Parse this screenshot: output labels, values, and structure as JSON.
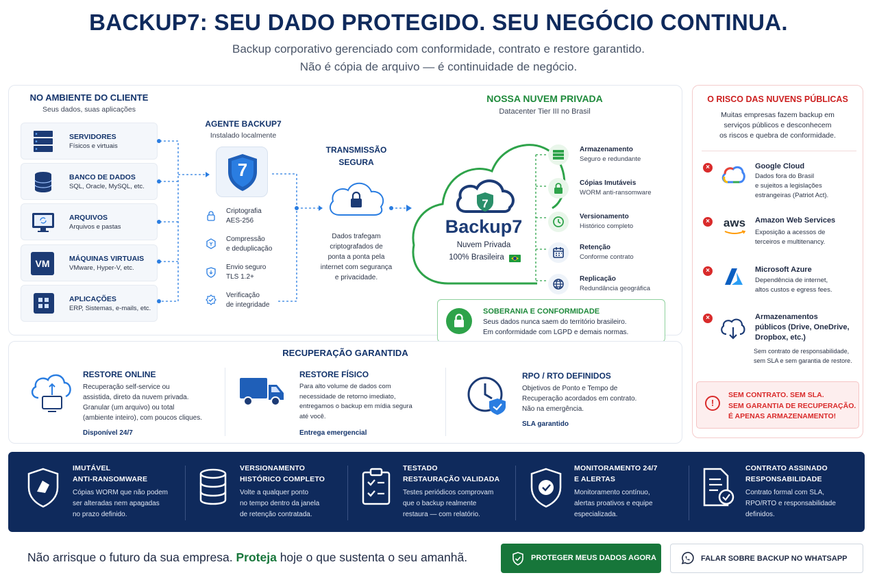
{
  "header": {
    "title": "BACKUP7: SEU DADO PROTEGIDO. SEU NEGÓCIO CONTINUA.",
    "subtitle_1": "Backup corporativo gerenciado com conformidade, contrato e restore garantido.",
    "subtitle_2": "Não é cópia de arquivo — é continuidade de negócio."
  },
  "client": {
    "title": "NO AMBIENTE DO CLIENTE",
    "subtitle": "Seus dados, suas aplicações",
    "items": [
      {
        "title": "SERVIDORES",
        "sub": "Físicos e virtuais",
        "icon": "server-icon"
      },
      {
        "title": "BANCO DE DADOS",
        "sub": "SQL, Oracle, MySQL, etc.",
        "icon": "database-icon"
      },
      {
        "title": "ARQUIVOS",
        "sub": "Arquivos e pastas",
        "icon": "monitor-icon"
      },
      {
        "title": "MÁQUINAS VIRTUAIS",
        "sub": "VMware, Hyper-V, etc.",
        "icon": "vm-icon",
        "badge": "VM"
      },
      {
        "title": "APLICAÇÕES",
        "sub": "ERP, Sistemas, e-mails, etc.",
        "icon": "apps-icon"
      }
    ]
  },
  "agent": {
    "title": "AGENTE BACKUP7",
    "subtitle": "Instalado localmente",
    "logo_text": "7",
    "features": [
      {
        "line1": "Criptografia",
        "line2": "AES-256",
        "icon": "lock-icon"
      },
      {
        "line1": "Compressão",
        "line2": "e deduplicação",
        "icon": "compress-icon"
      },
      {
        "line1": "Envio seguro",
        "line2": "TLS 1.2+",
        "icon": "shield-icon"
      },
      {
        "line1": "Verificação",
        "line2": "de integridade",
        "icon": "check-badge-icon"
      }
    ]
  },
  "transmission": {
    "title_1": "TRANSMISSÃO",
    "title_2": "SEGURA",
    "desc": [
      "Dados trafegam",
      "criptografados de",
      "ponta a ponta pela",
      "internet com segurança",
      "e privacidade."
    ]
  },
  "cloud": {
    "title": "NOSSA NUVEM PRIVADA",
    "subtitle": "Datacenter Tier III no Brasil",
    "brand": "Backup7",
    "brand_sub_1": "Nuvem Privada",
    "brand_sub_2": "100% Brasileira",
    "items": [
      {
        "title": "Armazenamento",
        "sub": "Seguro e redundante",
        "icon": "storage-icon"
      },
      {
        "title": "Cópias Imutáveis",
        "sub": "WORM anti-ransomware",
        "icon": "lock-icon"
      },
      {
        "title": "Versionamento",
        "sub": "Histórico completo",
        "icon": "history-icon"
      },
      {
        "title": "Retenção",
        "sub": "Conforme contrato",
        "icon": "calendar-icon"
      },
      {
        "title": "Replicação",
        "sub": "Redundância geográfica",
        "icon": "globe-icon"
      }
    ],
    "sovereignty": {
      "title": "SOBERANIA E CONFORMIDADE",
      "line1": "Seus dados nunca saem do território brasileiro.",
      "line2": "Em conformidade com LGPD e demais normas."
    }
  },
  "risk": {
    "title": "O RISCO DAS NUVENS PÚBLICAS",
    "intro": [
      "Muitas empresas fazem backup em",
      "serviços públicos e desconhecem",
      "os riscos e quebra de conformidade."
    ],
    "items": [
      {
        "title": "Google Cloud",
        "desc": [
          "Dados fora do Brasil",
          "e sujeitos a legislações",
          "estrangeiras (Patriot Act)."
        ],
        "icon": "google-cloud-icon"
      },
      {
        "title": "Amazon Web Services",
        "desc": [
          "Exposição a acessos de",
          "terceiros e multitenancy."
        ],
        "icon": "aws-icon",
        "logo_text": "aws"
      },
      {
        "title": "Microsoft Azure",
        "desc": [
          "Dependência de internet,",
          "altos custos e egress fees."
        ],
        "icon": "azure-icon"
      },
      {
        "title": "Armazenamentos públicos (Drive, OneDrive, Dropbox, etc.)",
        "title_lines": [
          "Armazenamentos",
          "públicos (Drive, OneDrive,",
          "Dropbox, etc.)"
        ],
        "desc": [
          "Sem contrato de responsabilidade,",
          "sem SLA e sem garantia de restore."
        ],
        "icon": "cloud-download-icon"
      }
    ],
    "alert": [
      "SEM CONTRATO. SEM SLA.",
      "SEM GARANTIA DE RECUPERAÇÃO.",
      "É APENAS ARMAZENAMENTO!"
    ]
  },
  "recovery": {
    "title": "RECUPERAÇÃO GARANTIDA",
    "items": [
      {
        "title": "RESTORE ONLINE",
        "desc": [
          "Recuperação self-service ou",
          "assistida, direto da nuvem privada.",
          "Granular (um arquivo) ou total",
          "(ambiente inteiro), com poucos cliques."
        ],
        "foot": "Disponível 24/7",
        "icon": "cloud-restore-icon"
      },
      {
        "title": "RESTORE FÍSICO",
        "desc": [
          "Para alto volume de dados com",
          "necessidade de retorno imediato,",
          "entregamos o backup em mídia segura",
          "até você."
        ],
        "foot": "Entrega emergencial",
        "icon": "truck-icon"
      },
      {
        "title": "RPO / RTO DEFINIDOS",
        "desc": [
          "Objetivos de Ponto e Tempo de",
          "Recuperação acordados em contrato.",
          "Não na emergência."
        ],
        "foot": "SLA garantido",
        "icon": "clock-shield-icon"
      }
    ]
  },
  "band": {
    "items": [
      {
        "title": [
          "IMUTÁVEL",
          "ANTI-RANSOMWARE"
        ],
        "desc": [
          "Cópias WORM que não podem",
          "ser alteradas nem apagadas",
          "no prazo definido."
        ],
        "icon": "shield-icon"
      },
      {
        "title": [
          "VERSIONAMENTO",
          "HISTÓRICO COMPLETO"
        ],
        "desc": [
          "Volte a qualquer ponto",
          "no tempo dentro da janela",
          "de retenção contratada."
        ],
        "icon": "database-icon"
      },
      {
        "title": [
          "TESTADO",
          "RESTAURAÇÃO VALIDADA"
        ],
        "desc": [
          "Testes periódicos comprovam",
          "que o backup realmente",
          "restaura — com relatório."
        ],
        "icon": "clipboard-check-icon"
      },
      {
        "title": [
          "MONITORAMENTO 24/7",
          "E ALERTAS"
        ],
        "desc": [
          "Monitoramento contínuo,",
          "alertas proativos e equipe",
          "especializada."
        ],
        "icon": "monitor-shield-icon"
      },
      {
        "title": [
          "CONTRATO ASSINADO",
          "RESPONSABILIDADE"
        ],
        "desc": [
          "Contrato formal com SLA,",
          "RPO/RTO e responsabilidade",
          "definidos."
        ],
        "icon": "contract-icon"
      }
    ]
  },
  "cta": {
    "text_1": "Não arrisque o futuro da sua empresa.",
    "text_2": "Proteja",
    "text_3": "hoje o que sustenta o seu amanhã.",
    "primary_label": "PROTEGER MEUS DADOS AGORA",
    "secondary_label": "FALAR SOBRE BACKUP NO WHATSAPP"
  },
  "colors": {
    "navy": "#0f2a5c",
    "blue": "#2a7de1",
    "green": "#17763a",
    "red": "#d92b2b"
  }
}
